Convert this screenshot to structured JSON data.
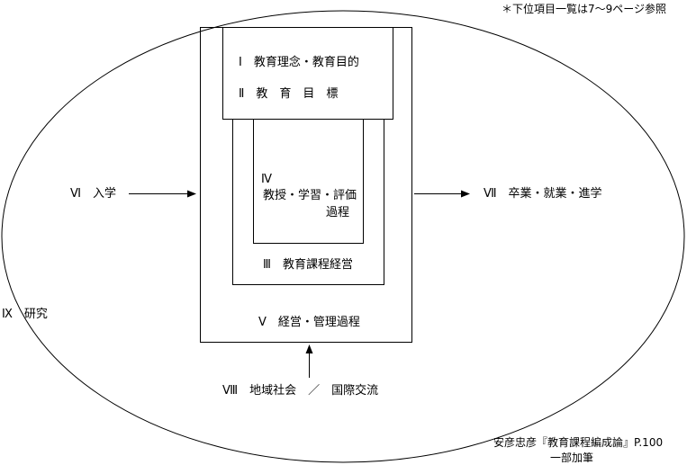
{
  "note": "＊下位項目一覧は7～9ページ参照",
  "labels": {
    "rinen": "Ⅰ　教育理念・教育目的",
    "mokuhyo": "Ⅱ　教　育　目　標",
    "kyoju_num": "Ⅳ",
    "kyoju_line1": "教授・学習・評価",
    "kyoju_line2": "過程",
    "katei_keiei": "Ⅲ　教育課程経営",
    "keiei_kanri": "Ⅴ　経営・管理過程",
    "nyugaku": "Ⅵ　入学",
    "sotsugyo": "Ⅶ　卒業・就業・進学",
    "chiiki": "Ⅷ　地域社会　／　国際交流",
    "kenkyu": "Ⅸ　研究"
  },
  "source": {
    "line1": "安彦忠彦『教育課程編成論』P.100",
    "line2": "一部加筆"
  },
  "colors": {
    "line": "#000000",
    "background": "#ffffff"
  }
}
